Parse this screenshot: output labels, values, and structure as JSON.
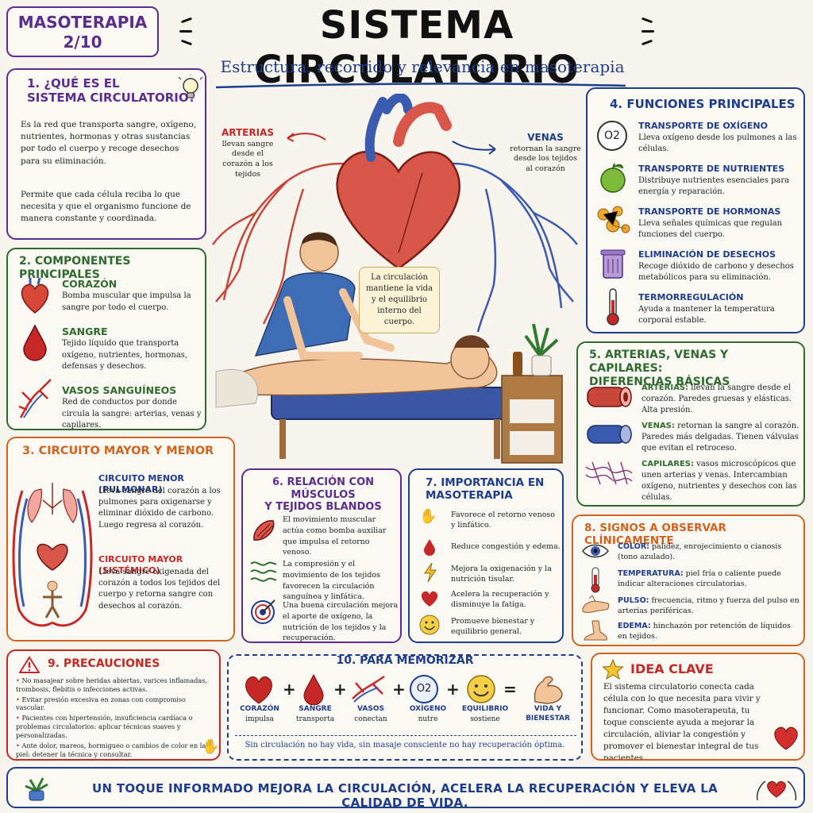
{
  "header": {
    "badge_line1": "MASOTERAPIA",
    "badge_line2": "2/10",
    "title": "SISTEMA CIRCULATORIO",
    "subtitle": "Estructura, recorrido y relevancia en masoterapia"
  },
  "s1": {
    "title_l1": "1. ¿QUÉ ES EL",
    "title_l2": "SISTEMA CIRCULATORIO?",
    "p1": "Es la red que transporta sangre, oxígeno, nutrientes, hormonas y otras sustancias por todo el cuerpo y recoge desechos para su eliminación.",
    "p2": "Permite que cada célula reciba lo que necesita y que el organismo funcione de manera constante y coordinada."
  },
  "s2": {
    "title": "2. COMPONENTES PRINCIPALES",
    "items": [
      {
        "name": "CORAZÓN",
        "text": "Bomba muscular que impulsa la sangre por todo el cuerpo."
      },
      {
        "name": "SANGRE",
        "text": "Tejido líquido que transporta oxígeno, nutrientes, hormonas, defensas y desechos."
      },
      {
        "name": "VASOS SANGUÍNEOS",
        "text": "Red de conductos por donde circula la sangre: arterias, venas y capilares."
      }
    ]
  },
  "s3": {
    "title": "3. CIRCUITO MAYOR Y MENOR",
    "menor_title": "CIRCUITO MENOR (PULMONAR)",
    "menor_text": "Lleva sangre del corazón a los pulmones para oxigenarse y eliminar dióxido de carbono. Luego regresa al corazón.",
    "mayor_title": "CIRCUITO MAYOR (SISTÉMICO)",
    "mayor_text": "Lleva sangre oxigenada del corazón a todos los tejidos del cuerpo y retorna sangre con desechos al corazón."
  },
  "center": {
    "arterias_title": "ARTERIAS",
    "arterias_text": "llevan sangre desde el corazón a los tejidos",
    "venas_title": "VENAS",
    "venas_text": "retornan la sangre desde los tejidos al corazón",
    "callout": "La circulación mantiene la vida y el equilibrio interno del cuerpo."
  },
  "s4": {
    "title": "4. FUNCIONES PRINCIPALES",
    "o2": "O2",
    "items": [
      {
        "name": "TRANSPORTE DE OXÍGENO",
        "text": "Lleva oxígeno desde los pulmones a las células."
      },
      {
        "name": "TRANSPORTE DE NUTRIENTES",
        "text": "Distribuye nutrientes esenciales para energía y reparación."
      },
      {
        "name": "TRANSPORTE DE HORMONAS",
        "text": "Lleva señales químicas que regulan funciones del cuerpo."
      },
      {
        "name": "ELIMINACIÓN DE DESECHOS",
        "text": "Recoge dióxido de carbono y desechos metabólicos para su eliminación."
      },
      {
        "name": "TERMORREGULACIÓN",
        "text": "Ayuda a mantener la temperatura corporal estable."
      }
    ]
  },
  "s5": {
    "title_l1": "5. ARTERIAS, VENAS Y CAPILARES:",
    "title_l2": "DIFERENCIAS BÁSICAS",
    "items": [
      {
        "name": "ARTERIAS:",
        "text": " llevan la sangre desde el corazón. Paredes gruesas y elásticas. Alta presión."
      },
      {
        "name": "VENAS:",
        "text": " retornan la sangre al corazón. Paredes más delgadas. Tienen válvulas que evitan el retroceso."
      },
      {
        "name": "CAPILARES:",
        "text": " vasos microscópicos que unen arterias y venas. Intercambian oxígeno, nutrientes y desechos con las células."
      }
    ]
  },
  "s6": {
    "title_l1": "6. RELACIÓN CON MÚSCULOS",
    "title_l2": "Y TEJIDOS BLANDOS",
    "items": [
      "El movimiento muscular actúa como bomba auxiliar que impulsa el retorno venoso.",
      "La compresión y el movimiento de los tejidos favorecen la circulación sanguínea y linfática.",
      "Una buena circulación mejora el aporte de oxígeno, la nutrición de los tejidos y la recuperación."
    ]
  },
  "s7": {
    "title_l1": "7. IMPORTANCIA EN",
    "title_l2": "MASOTERAPIA",
    "items": [
      "Favorece el retorno venoso y linfático.",
      "Reduce congestión y edema.",
      "Mejora la oxigenación y la nutrición tisular.",
      "Acelera la recuperación y disminuye la fatiga.",
      "Promueve bienestar y equilibrio general."
    ]
  },
  "s8": {
    "title": "8. SIGNOS A OBSERVAR CLÍNICAMENTE",
    "items": [
      {
        "name": "COLOR:",
        "text": " palidez, enrojecimiento o cianosis (tono azulado)."
      },
      {
        "name": "TEMPERATURA:",
        "text": " piel fría o caliente puede indicar alteraciones circulatorias."
      },
      {
        "name": "PULSO:",
        "text": " frecuencia, ritmo y fuerza del pulso en arterias periféricas."
      },
      {
        "name": "EDEMA:",
        "text": " hinchazón por retención de líquidos en tejidos."
      }
    ]
  },
  "s9": {
    "title": "9. PRECAUCIONES",
    "items": [
      "No masajear sobre heridas abiertas, varices inflamadas, trombosis, flebitis o infecciones activas.",
      "Evitar presión excesiva en zonas con compromiso vascular.",
      "Pacientes con hipertensión, insuficiencia cardíaca o problemas circulatorios: aplicar técnicas suaves y personalizadas.",
      "Ante dolor, mareos, hormigueo o cambios de color en la piel: detener la técnica y consultar."
    ]
  },
  "s10": {
    "title": "10. PARA MEMORIZAR",
    "o2": "O2",
    "plus": "+",
    "equals": "=",
    "items": [
      {
        "name": "CORAZÓN",
        "verb": "impulsa"
      },
      {
        "name": "SANGRE",
        "verb": "transporta"
      },
      {
        "name": "VASOS",
        "verb": "conectan"
      },
      {
        "name": "OXÍGENO",
        "verb": "nutre"
      },
      {
        "name": "EQUILIBRIO",
        "verb": "sostiene"
      },
      {
        "name": "VIDA Y BIENESTAR",
        "verb": ""
      }
    ],
    "footer": "Sin circulación no hay vida, sin masaje consciente no hay recuperación óptima."
  },
  "idea": {
    "title": "IDEA CLAVE",
    "text": "El sistema circulatorio conecta cada célula con lo que necesita para vivir y funcionar. Como masoterapeuta, tu toque consciente ayuda a mejorar la circulación, aliviar la congestión y promover el bienestar integral de tus pacientes."
  },
  "footer": {
    "text": "UN TOQUE INFORMADO MEJORA LA CIRCULACIÓN, ACELERA LA RECUPERACIÓN Y ELEVA LA CALIDAD DE VIDA."
  },
  "colors": {
    "purple": "#5b2d8e",
    "green": "#2f6b2f",
    "orange": "#d2631f",
    "blue": "#1d3c8c",
    "red": "#c62828",
    "navy": "#1d3c8c"
  }
}
